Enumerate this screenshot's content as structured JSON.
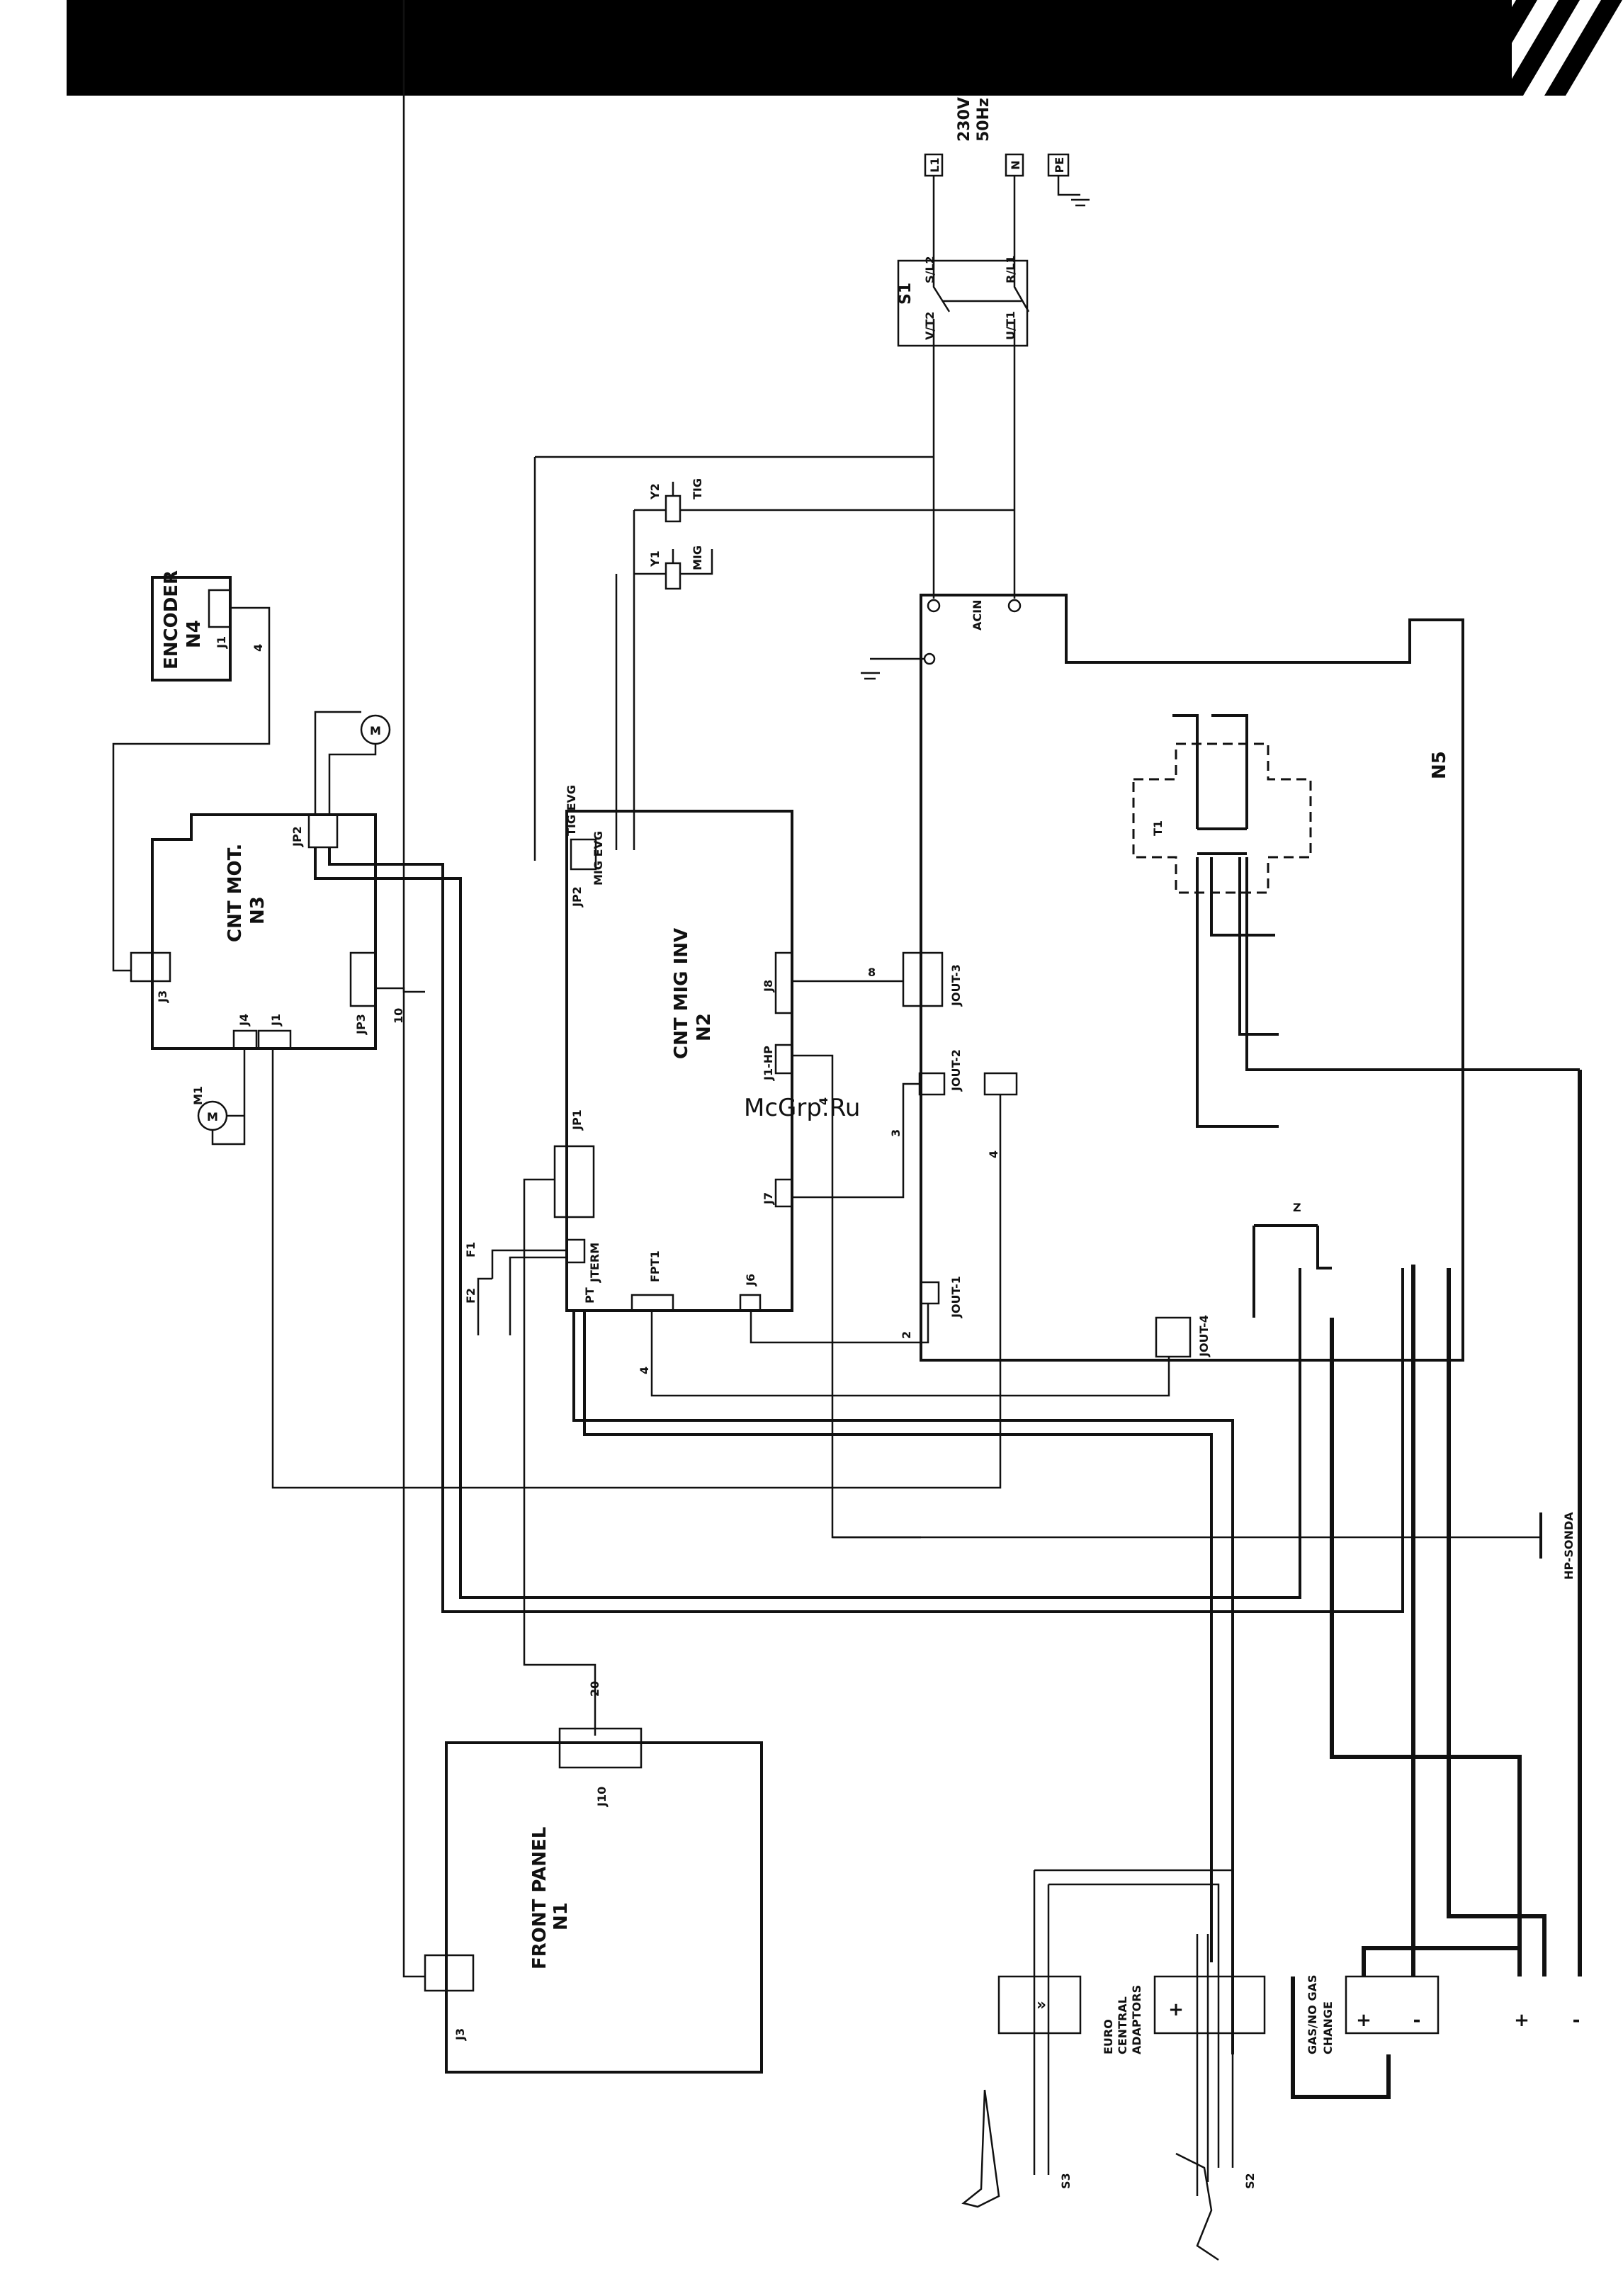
{
  "mains": {
    "l1": "L1",
    "n": "N",
    "pe": "PE",
    "voltage": "230V",
    "frequency": "50Hz"
  },
  "switch_s1": {
    "name": "S1",
    "t1": "U/T1",
    "t2": "V/T2",
    "l1": "R/L1",
    "l2": "S/L2"
  },
  "valves": {
    "y1": "Y1",
    "y1_mode": "MIG",
    "y2": "Y2",
    "y2_mode": "TIG"
  },
  "encoder": {
    "title": "ENCODER",
    "id": "N4",
    "j1": "J1",
    "wires": "4"
  },
  "cnt_mot": {
    "title": "CNT MOT.",
    "id": "N3",
    "jp2": "JP2",
    "j3": "J3",
    "j4": "J4",
    "j1": "J1",
    "jp3": "JP3",
    "wires_jp3": "10"
  },
  "motor": {
    "id": "M1",
    "symbol": "M",
    "fan": "M"
  },
  "cnt_mig_inv": {
    "title": "CNT MIG INV",
    "id": "N2",
    "jp2": "JP2",
    "jp2_pins_top": "TIG EVG",
    "jp2_pins_bottom": "MIG EVG",
    "j8": "J8",
    "j1hp": "J1-HP",
    "j7": "J7",
    "jp1": "JP1",
    "jterm": "JTERM",
    "pt": "PT",
    "fpt1": "FPT1",
    "j6": "J6"
  },
  "fuses": {
    "f1": "F1",
    "f2": "F2"
  },
  "power_board": {
    "id": "N5",
    "acin": "ACIN",
    "t1": "T1",
    "z": "Z",
    "jout1": "JOUT-1",
    "jout2": "JOUT-2",
    "jout3": "JOUT-3",
    "jout4": "JOUT-4"
  },
  "wire_counts": {
    "j8_jout3": "8",
    "j1hp": "4",
    "jout2": "3",
    "jout_extra": "4",
    "j6": "2",
    "fpt1": "4",
    "jp1": "20"
  },
  "front_panel": {
    "title": "FRONT PANEL",
    "id": "N1",
    "j10": "J10",
    "j3": "J3"
  },
  "hp_sonda": "HP-SONDA",
  "outputs": {
    "euro_line1": "EURO",
    "euro_line2": "CENTRAL",
    "euro_line3": "ADAPTORS",
    "gas_line1": "GAS/NO GAS",
    "gas_line2": "CHANGE",
    "plus": "+",
    "minus": "-",
    "s3": "S3",
    "s2": "S2"
  },
  "watermark": "McGrp.Ru"
}
